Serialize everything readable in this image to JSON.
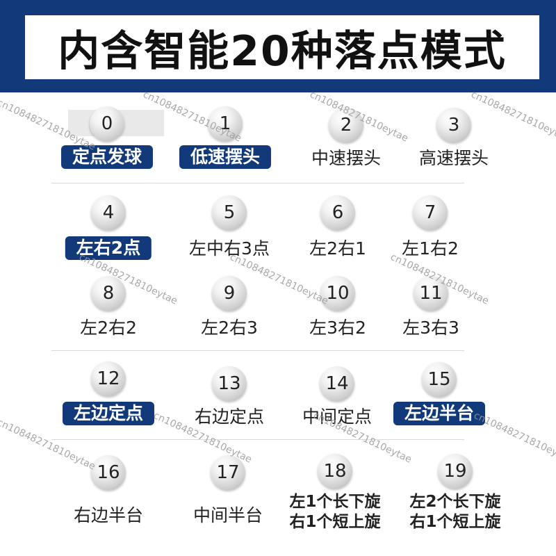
{
  "header": {
    "title": "内含智能20种落点模式"
  },
  "watermark": "cn10848271810eytae",
  "colors": {
    "header_bg": "#123a7a",
    "pill_bg": "#123a7a"
  },
  "modes": [
    {
      "number": "0",
      "label": "定点发球",
      "style": "pill"
    },
    {
      "number": "1",
      "label": "低速摆头",
      "style": "pill"
    },
    {
      "number": "2",
      "label": "中速摆头",
      "style": "plain"
    },
    {
      "number": "3",
      "label": "高速摆头",
      "style": "plain"
    },
    {
      "number": "4",
      "label": "左右2点",
      "style": "pill"
    },
    {
      "number": "5",
      "label": "左中右3点",
      "style": "plain"
    },
    {
      "number": "6",
      "label": "左2右1",
      "style": "plain"
    },
    {
      "number": "7",
      "label": "左1右2",
      "style": "plain"
    },
    {
      "number": "8",
      "label": "左2右2",
      "style": "plain"
    },
    {
      "number": "9",
      "label": "左2右3",
      "style": "plain"
    },
    {
      "number": "10",
      "label": "左3右2",
      "style": "plain"
    },
    {
      "number": "11",
      "label": "左3右3",
      "style": "plain"
    },
    {
      "number": "12",
      "label": "左边定点",
      "style": "pill"
    },
    {
      "number": "13",
      "label": "右边定点",
      "style": "plain"
    },
    {
      "number": "14",
      "label": "中间定点",
      "style": "plain"
    },
    {
      "number": "15",
      "label": "左边半台",
      "style": "pill"
    },
    {
      "number": "16",
      "label": "右边半台",
      "style": "plain"
    },
    {
      "number": "17",
      "label": "中间半台",
      "style": "plain"
    },
    {
      "number": "18",
      "label_line1": "左1个长下旋",
      "label_line2": "右1个短上旋",
      "style": "two"
    },
    {
      "number": "19",
      "label_line1": "左2个长下旋",
      "label_line2": "右1个短上旋",
      "style": "two"
    }
  ]
}
